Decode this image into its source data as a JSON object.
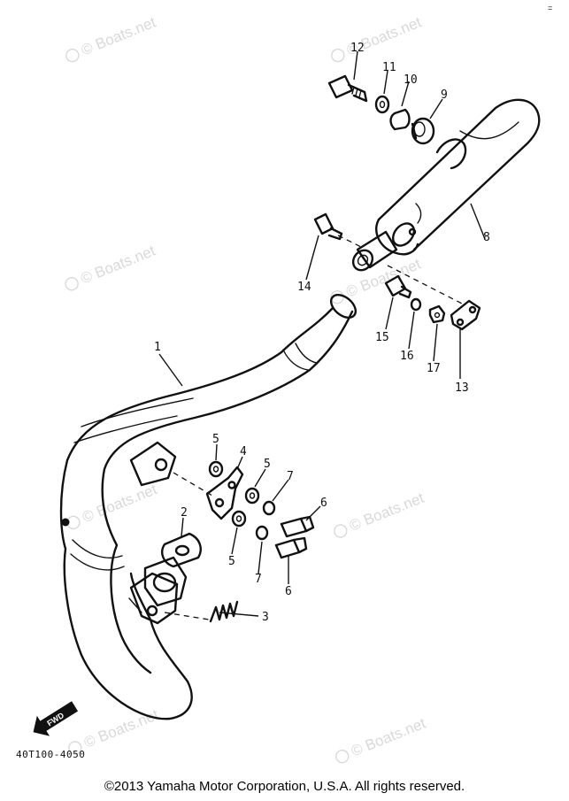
{
  "diagram": {
    "callouts": [
      "1",
      "2",
      "3",
      "4",
      "5",
      "5",
      "5",
      "6",
      "6",
      "7",
      "7",
      "8",
      "9",
      "10",
      "11",
      "12",
      "13",
      "14",
      "15",
      "16",
      "17"
    ],
    "watermark": "© Boats.net",
    "direction_label": "FWD",
    "reference_code": "40T100-4050",
    "corner_marker": "="
  },
  "copyright": "©2013 Yamaha Motor Corporation, U.S.A. All rights reserved."
}
